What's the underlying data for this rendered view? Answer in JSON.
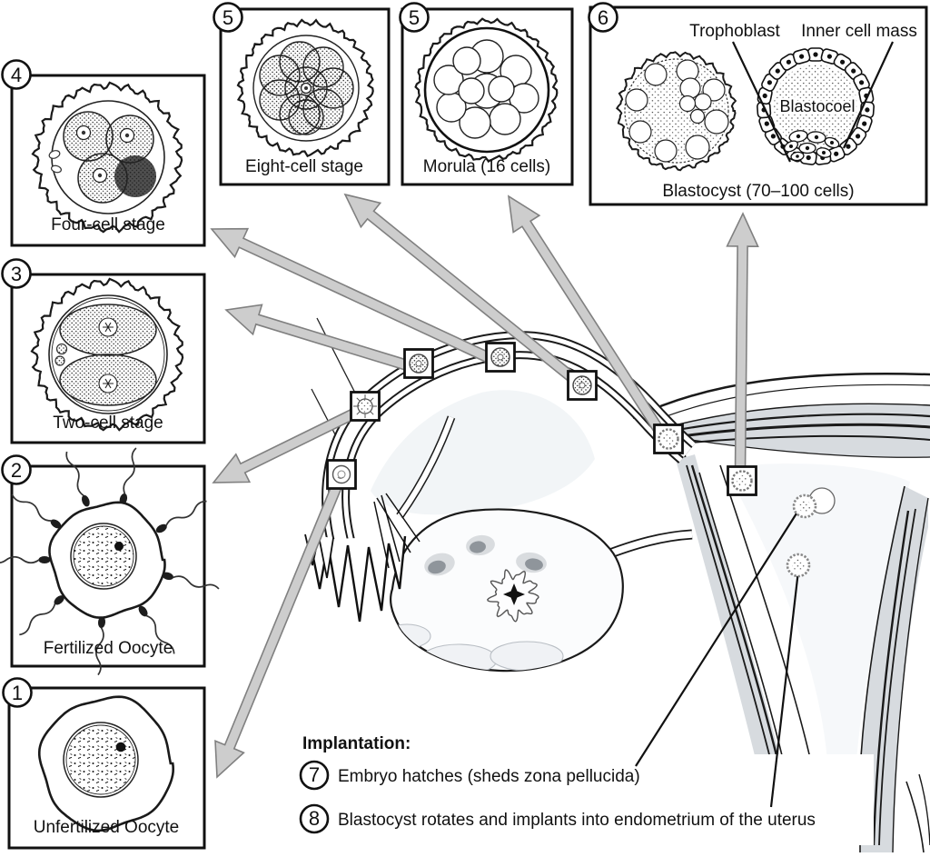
{
  "stages": [
    {
      "number": "1",
      "label": "Unfertilized Oocyte"
    },
    {
      "number": "2",
      "label": "Fertilized Oocyte"
    },
    {
      "number": "3",
      "label": "Two-cell stage"
    },
    {
      "number": "4",
      "label": "Four-cell stage"
    },
    {
      "number": "5",
      "label": "Eight-cell stage"
    },
    {
      "number": "5",
      "label": "Morula (16 cells)"
    },
    {
      "number": "6",
      "label": "Blastocyst (70–100 cells)"
    }
  ],
  "blastocyst_labels": {
    "trophoblast": "Trophoblast",
    "inner_cell_mass": "Inner cell mass",
    "blastocoel": "Blastocoel"
  },
  "implantation": {
    "heading": "Implantation:",
    "steps": [
      {
        "number": "7",
        "text": "Embryo hatches (sheds zona pellucida)"
      },
      {
        "number": "8",
        "text": "Blastocyst rotates and implants into endometrium of the uterus"
      }
    ]
  },
  "colors": {
    "line": "#1a1a1a",
    "arrow_fill": "#cdcdcd",
    "arrow_stroke": "#808080",
    "muscle": "#d7dbdf",
    "muscle_streak": "#c3c8cd",
    "cavity": "#f6f8fa",
    "follicle_outer": "#d9dcdf",
    "follicle_inner": "#8f959b"
  }
}
